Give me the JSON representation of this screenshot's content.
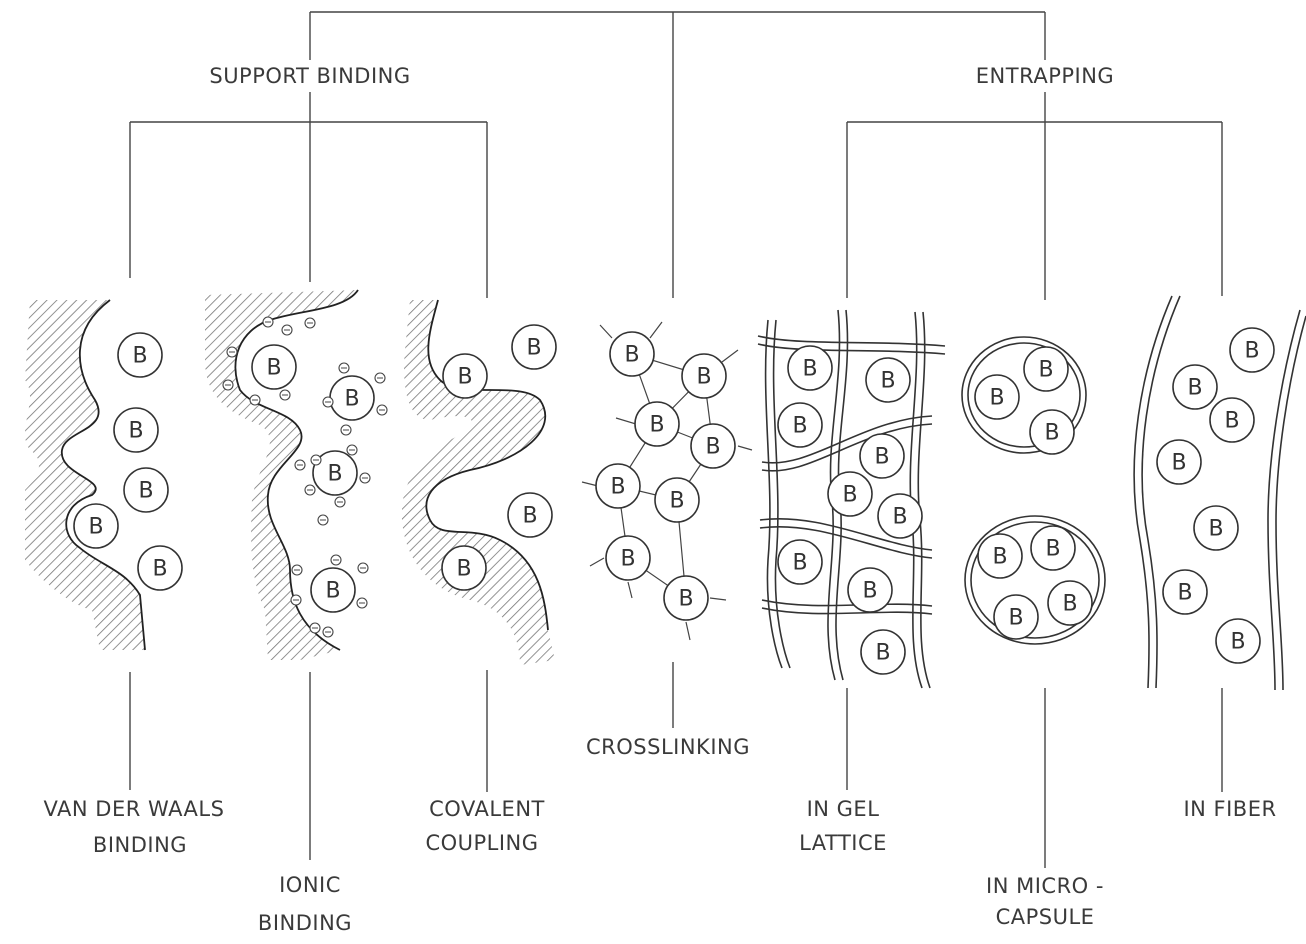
{
  "diagram": {
    "categories": {
      "support_binding": "SUPPORT BINDING",
      "entrapping": "ENTRAPPING"
    },
    "methods": {
      "van_der_waals_line1": "VAN DER WAALS",
      "van_der_waals_line2": "BINDING",
      "ionic_line1": "IONIC",
      "ionic_line2": "BINDING",
      "covalent_line1": "COVALENT",
      "covalent_line2": "COUPLING",
      "crosslinking": "CROSSLINKING",
      "gel_line1": "IN GEL",
      "gel_line2": "LATTICE",
      "microcapsule_line1": "IN MICRO -",
      "microcapsule_line2": "CAPSULE",
      "fiber": "IN FIBER"
    },
    "biocatalyst_symbol": "B",
    "ion_charge_symbol": "⊖"
  }
}
